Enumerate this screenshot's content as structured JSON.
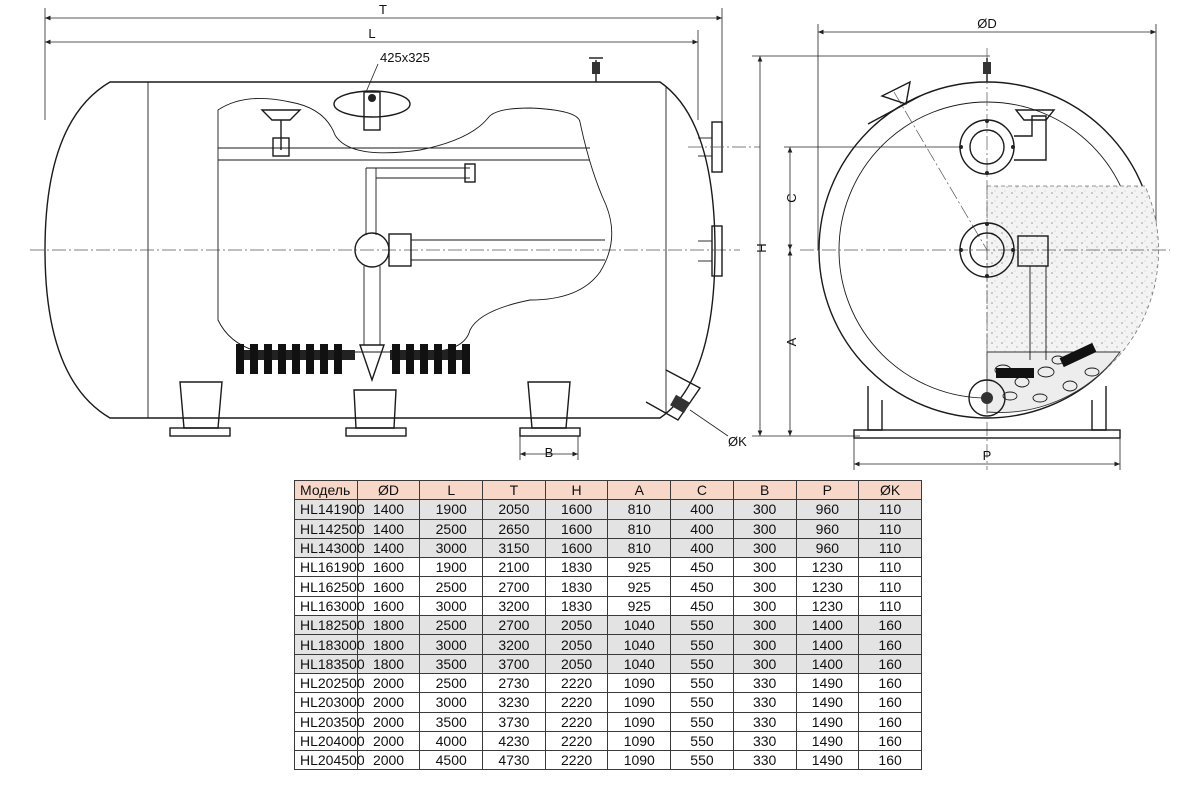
{
  "drawing": {
    "left_view": {
      "dims": {
        "T": "T",
        "L": "L",
        "manhole": "425x325",
        "B": "B",
        "K": "ØK"
      }
    },
    "right_view": {
      "dims": {
        "D": "ØD",
        "H": "H",
        "C": "C",
        "A": "A",
        "P": "P"
      }
    }
  },
  "table": {
    "headers": [
      "Модель",
      "ØD",
      "L",
      "T",
      "H",
      "A",
      "C",
      "B",
      "P",
      "ØK"
    ],
    "rows": [
      [
        "HL141900",
        "1400",
        "1900",
        "2050",
        "1600",
        "810",
        "400",
        "300",
        "960",
        "110"
      ],
      [
        "HL142500",
        "1400",
        "2500",
        "2650",
        "1600",
        "810",
        "400",
        "300",
        "960",
        "110"
      ],
      [
        "HL143000",
        "1400",
        "3000",
        "3150",
        "1600",
        "810",
        "400",
        "300",
        "960",
        "110"
      ],
      [
        "HL161900",
        "1600",
        "1900",
        "2100",
        "1830",
        "925",
        "450",
        "300",
        "1230",
        "110"
      ],
      [
        "HL162500",
        "1600",
        "2500",
        "2700",
        "1830",
        "925",
        "450",
        "300",
        "1230",
        "110"
      ],
      [
        "HL163000",
        "1600",
        "3000",
        "3200",
        "1830",
        "925",
        "450",
        "300",
        "1230",
        "110"
      ],
      [
        "HL182500",
        "1800",
        "2500",
        "2700",
        "2050",
        "1040",
        "550",
        "300",
        "1400",
        "160"
      ],
      [
        "HL183000",
        "1800",
        "3000",
        "3200",
        "2050",
        "1040",
        "550",
        "300",
        "1400",
        "160"
      ],
      [
        "HL183500",
        "1800",
        "3500",
        "3700",
        "2050",
        "1040",
        "550",
        "300",
        "1400",
        "160"
      ],
      [
        "HL202500",
        "2000",
        "2500",
        "2730",
        "2220",
        "1090",
        "550",
        "330",
        "1490",
        "160"
      ],
      [
        "HL203000",
        "2000",
        "3000",
        "3230",
        "2220",
        "1090",
        "550",
        "330",
        "1490",
        "160"
      ],
      [
        "HL203500",
        "2000",
        "3500",
        "3730",
        "2220",
        "1090",
        "550",
        "330",
        "1490",
        "160"
      ],
      [
        "HL204000",
        "2000",
        "4000",
        "4230",
        "2220",
        "1090",
        "550",
        "330",
        "1490",
        "160"
      ],
      [
        "HL204500",
        "2000",
        "4500",
        "4730",
        "2220",
        "1090",
        "550",
        "330",
        "1490",
        "160"
      ]
    ],
    "shaded_rows": [
      0,
      1,
      2,
      6,
      7,
      8
    ],
    "colors": {
      "header_bg": "#f6d7c8",
      "shade_bg": "#e3e3e3",
      "grid": "#3a3a3a"
    }
  }
}
